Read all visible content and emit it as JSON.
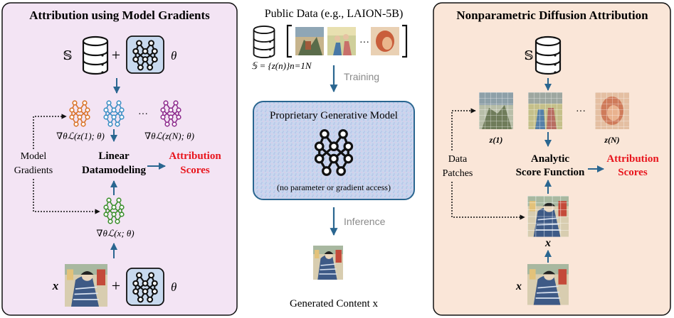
{
  "left_panel": {
    "title": "Attribution using Model Gradients",
    "dataset_symbol": "𝕊",
    "theta": "θ",
    "plus": "+",
    "grad_first": "∇θℒ(z(1); θ)",
    "grad_last": "∇θℒ(z(N); θ)",
    "dots": "···",
    "model_gradients_line1": "Model",
    "model_gradients_line2": "Gradients",
    "linear_line1": "Linear",
    "linear_line2": "Datamodeling",
    "attribution_line1": "Attribution",
    "attribution_line2": "Scores",
    "grad_x": "∇θℒ(x; θ)",
    "x_label": "x"
  },
  "middle_panel": {
    "public_data": "Public Data (e.g., LAION-5B)",
    "dataset_symbol": "𝕊",
    "dataset_def": "𝕊 = {z(n)}n=1N",
    "dots": "···",
    "training": "Training",
    "model_title": "Proprietary Generative Model",
    "model_note": "(no parameter or gradient access)",
    "inference": "Inference",
    "generated": "Generated Content x"
  },
  "right_panel": {
    "title": "Nonparametric Diffusion Attribution",
    "dataset_symbol": "𝕊",
    "z1": "z(1)",
    "zN": "z(N)",
    "dots": "···",
    "data_patches_line1": "Data",
    "data_patches_line2": "Patches",
    "analytic_line1": "Analytic",
    "analytic_line2": "Score Function",
    "attribution_line1": "Attribution",
    "attribution_line2": "Scores",
    "x_label": "x"
  },
  "colors": {
    "left_bg": "#f3e4f4",
    "right_bg": "#fae6d8",
    "arrow": "#2a6690",
    "attribution_red": "#e8141c",
    "net_orange": "#d9742b",
    "net_blue": "#3d8fc4",
    "net_purple": "#8e2d8e",
    "net_green": "#3d8f2e",
    "net_box": "#c8d9ee"
  }
}
